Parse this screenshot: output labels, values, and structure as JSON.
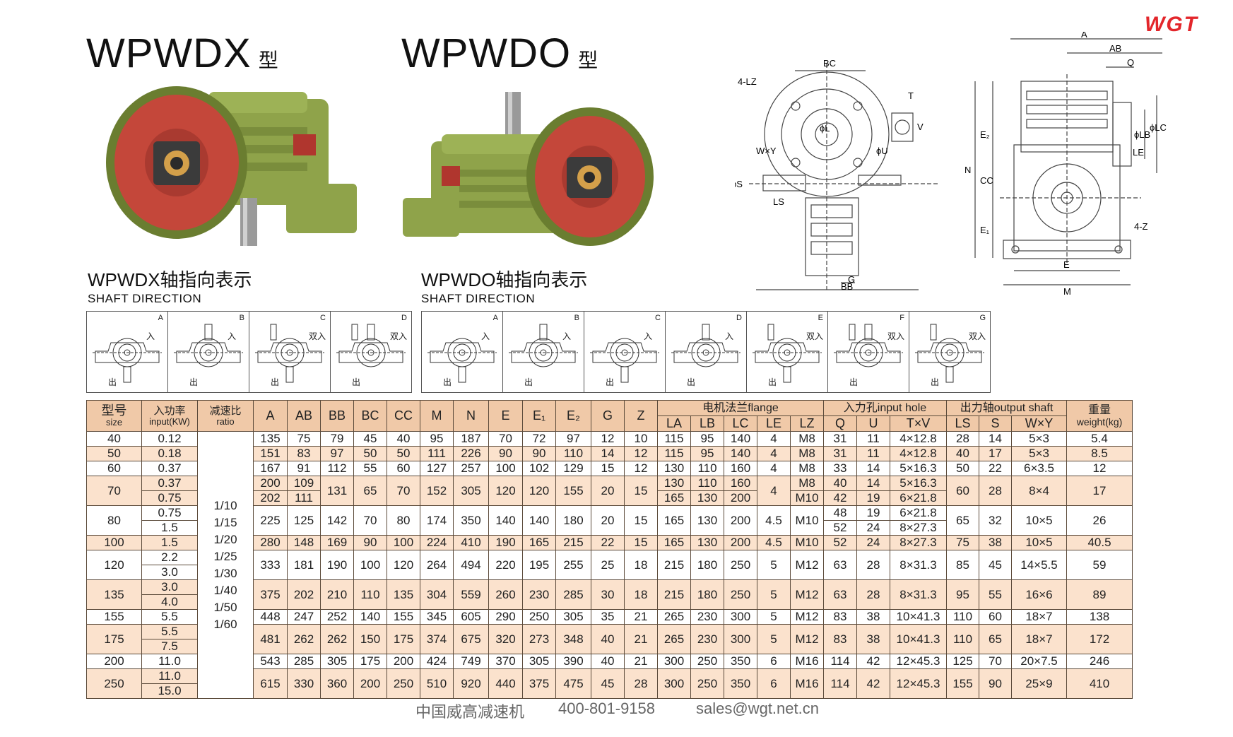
{
  "brand": "WGT",
  "titles": {
    "left": {
      "model": "WPWDX",
      "suffix": "型"
    },
    "right": {
      "model": "WPWDO",
      "suffix": "型"
    }
  },
  "shaft_direction": {
    "left": {
      "title": "WPWDX轴指向表示",
      "subtitle": "SHAFT DIRECTION"
    },
    "right": {
      "title": "WPWDO轴指向表示",
      "subtitle": "SHAFT DIRECTION"
    }
  },
  "shaft_boxes_left": [
    {
      "letter": "A",
      "in": "入",
      "out": "出"
    },
    {
      "letter": "B",
      "in": "入",
      "out": "出"
    },
    {
      "letter": "C",
      "in": "双入",
      "out": "出"
    },
    {
      "letter": "D",
      "in": "双入",
      "out": "出"
    }
  ],
  "shaft_boxes_right": [
    {
      "letter": "A",
      "in": "入",
      "out": "出"
    },
    {
      "letter": "B",
      "in": "入",
      "out": "出"
    },
    {
      "letter": "C",
      "in": "入",
      "out": "出"
    },
    {
      "letter": "D",
      "in": "入",
      "out": "出"
    },
    {
      "letter": "E",
      "in": "双入",
      "out": "出"
    },
    {
      "letter": "F",
      "in": "双入",
      "out": "出"
    },
    {
      "letter": "G",
      "in": "双入",
      "out": "出"
    }
  ],
  "drawing_labels": {
    "side": [
      "BC",
      "4-LZ",
      "W×Y",
      "ϕL",
      "ϕS",
      "LS",
      "G",
      "BB",
      "BB",
      "T",
      "V",
      "ϕU"
    ],
    "front": [
      "A",
      "AB",
      "Q",
      "ϕLB",
      "ϕLC",
      "LE",
      "E₂",
      "CC",
      "N",
      "E₁",
      "4-Z",
      "E",
      "M"
    ]
  },
  "table": {
    "headers": {
      "size": {
        "main": "型号",
        "sub": "size"
      },
      "input": {
        "main": "入功率",
        "sub": "input(KW)"
      },
      "ratio": {
        "main": "减速比",
        "sub": "ratio"
      },
      "dims": [
        "A",
        "AB",
        "BB",
        "BC",
        "CC",
        "M",
        "N",
        "E",
        "E₁",
        "E₂",
        "G",
        "Z"
      ],
      "flange_group": "电机法兰flange",
      "flange": [
        "LA",
        "LB",
        "LC",
        "LE",
        "LZ"
      ],
      "input_hole_group": "入力孔input hole",
      "input_hole": [
        "Q",
        "U",
        "T×V"
      ],
      "output_group": "出力轴output shaft",
      "output": [
        "LS",
        "S",
        "W×Y"
      ],
      "weight": {
        "main": "重量",
        "sub": "weight(kg)"
      }
    },
    "ratios": [
      "1/10",
      "1/15",
      "1/20",
      "1/25",
      "1/30",
      "1/40",
      "1/50",
      "1/60"
    ],
    "rows": [
      {
        "size": "40",
        "kw": [
          "0.12"
        ],
        "A": "135",
        "AB": "75",
        "BB": "79",
        "BC": "45",
        "CC": "40",
        "M": "95",
        "N": "187",
        "E": "70",
        "E1": "72",
        "E2": "97",
        "G": "12",
        "Z": "10",
        "LA": [
          "115"
        ],
        "LB": [
          "95"
        ],
        "LC": [
          "140"
        ],
        "LE": "4",
        "LZ": [
          "M8"
        ],
        "Q": [
          "31"
        ],
        "U": [
          "11"
        ],
        "TV": [
          "4×12.8"
        ],
        "LS": "28",
        "S": "14",
        "WY": "5×3",
        "wt": "5.4"
      },
      {
        "size": "50",
        "kw": [
          "0.18"
        ],
        "A": "151",
        "AB": "83",
        "BB": "97",
        "BC": "50",
        "CC": "50",
        "M": "111",
        "N": "226",
        "E": "90",
        "E1": "90",
        "E2": "110",
        "G": "14",
        "Z": "12",
        "LA": [
          "115"
        ],
        "LB": [
          "95"
        ],
        "LC": [
          "140"
        ],
        "LE": "4",
        "LZ": [
          "M8"
        ],
        "Q": [
          "31"
        ],
        "U": [
          "11"
        ],
        "TV": [
          "4×12.8"
        ],
        "LS": "40",
        "S": "17",
        "WY": "5×3",
        "wt": "8.5"
      },
      {
        "size": "60",
        "kw": [
          "0.37"
        ],
        "A": "167",
        "AB": "91",
        "BB": "112",
        "BC": "55",
        "CC": "60",
        "M": "127",
        "N": "257",
        "E": "100",
        "E1": "102",
        "E2": "129",
        "G": "15",
        "Z": "12",
        "LA": [
          "130"
        ],
        "LB": [
          "110"
        ],
        "LC": [
          "160"
        ],
        "LE": "4",
        "LZ": [
          "M8"
        ],
        "Q": [
          "33"
        ],
        "U": [
          "14"
        ],
        "TV": [
          "5×16.3"
        ],
        "LS": "50",
        "S": "22",
        "WY": "6×3.5",
        "wt": "12"
      },
      {
        "size": "70",
        "kw": [
          "0.37",
          "0.75"
        ],
        "A": [
          "200",
          "202"
        ],
        "AB": [
          "109",
          "111"
        ],
        "BB": "131",
        "BC": "65",
        "CC": "70",
        "M": "152",
        "N": "305",
        "E": "120",
        "E1": "120",
        "E2": "155",
        "G": "20",
        "Z": "15",
        "LA": [
          "130",
          "165"
        ],
        "LB": [
          "110",
          "130"
        ],
        "LC": [
          "160",
          "200"
        ],
        "LE": "4",
        "LZ": [
          "M8",
          "M10"
        ],
        "Q": [
          "40",
          "42"
        ],
        "U": [
          "14",
          "19"
        ],
        "TV": [
          "5×16.3",
          "6×21.8"
        ],
        "LS": "60",
        "S": "28",
        "WY": "8×4",
        "wt": "17"
      },
      {
        "size": "80",
        "kw": [
          "0.75",
          "1.5"
        ],
        "A": "225",
        "AB": "125",
        "BB": "142",
        "BC": "70",
        "CC": "80",
        "M": "174",
        "N": "350",
        "E": "140",
        "E1": "140",
        "E2": "180",
        "G": "20",
        "Z": "15",
        "LA": [
          "165"
        ],
        "LB": [
          "130"
        ],
        "LC": [
          "200"
        ],
        "LE": "4.5",
        "LZ": [
          "M10"
        ],
        "Q": [
          "48",
          "52"
        ],
        "U": [
          "19",
          "24"
        ],
        "TV": [
          "6×21.8",
          "8×27.3"
        ],
        "LS": "65",
        "S": "32",
        "WY": "10×5",
        "wt": "26"
      },
      {
        "size": "100",
        "kw": [
          "1.5"
        ],
        "A": "280",
        "AB": "148",
        "BB": "169",
        "BC": "90",
        "CC": "100",
        "M": "224",
        "N": "410",
        "E": "190",
        "E1": "165",
        "E2": "215",
        "G": "22",
        "Z": "15",
        "LA": [
          "165"
        ],
        "LB": [
          "130"
        ],
        "LC": [
          "200"
        ],
        "LE": "4.5",
        "LZ": [
          "M10"
        ],
        "Q": [
          "52"
        ],
        "U": [
          "24"
        ],
        "TV": [
          "8×27.3"
        ],
        "LS": "75",
        "S": "38",
        "WY": "10×5",
        "wt": "40.5"
      },
      {
        "size": "120",
        "kw": [
          "2.2",
          "3.0"
        ],
        "A": "333",
        "AB": "181",
        "BB": "190",
        "BC": "100",
        "CC": "120",
        "M": "264",
        "N": "494",
        "E": "220",
        "E1": "195",
        "E2": "255",
        "G": "25",
        "Z": "18",
        "LA": [
          "215"
        ],
        "LB": [
          "180"
        ],
        "LC": [
          "250"
        ],
        "LE": "5",
        "LZ": [
          "M12"
        ],
        "Q": [
          "63"
        ],
        "U": [
          "28"
        ],
        "TV": [
          "8×31.3"
        ],
        "LS": "85",
        "S": "45",
        "WY": "14×5.5",
        "wt": "59"
      },
      {
        "size": "135",
        "kw": [
          "3.0",
          "4.0"
        ],
        "A": "375",
        "AB": "202",
        "BB": "210",
        "BC": "110",
        "CC": "135",
        "M": "304",
        "N": "559",
        "E": "260",
        "E1": "230",
        "E2": "285",
        "G": "30",
        "Z": "18",
        "LA": [
          "215"
        ],
        "LB": [
          "180"
        ],
        "LC": [
          "250"
        ],
        "LE": "5",
        "LZ": [
          "M12"
        ],
        "Q": [
          "63"
        ],
        "U": [
          "28"
        ],
        "TV": [
          "8×31.3"
        ],
        "LS": "95",
        "S": "55",
        "WY": "16×6",
        "wt": "89"
      },
      {
        "size": "155",
        "kw": [
          "5.5"
        ],
        "A": "448",
        "AB": "247",
        "BB": "252",
        "BC": "140",
        "CC": "155",
        "M": "345",
        "N": "605",
        "E": "290",
        "E1": "250",
        "E2": "305",
        "G": "35",
        "Z": "21",
        "LA": [
          "265"
        ],
        "LB": [
          "230"
        ],
        "LC": [
          "300"
        ],
        "LE": "5",
        "LZ": [
          "M12"
        ],
        "Q": [
          "83"
        ],
        "U": [
          "38"
        ],
        "TV": [
          "10×41.3"
        ],
        "LS": "110",
        "S": "60",
        "WY": "18×7",
        "wt": "138"
      },
      {
        "size": "175",
        "kw": [
          "5.5",
          "7.5"
        ],
        "A": "481",
        "AB": "262",
        "BB": "262",
        "BC": "150",
        "CC": "175",
        "M": "374",
        "N": "675",
        "E": "320",
        "E1": "273",
        "E2": "348",
        "G": "40",
        "Z": "21",
        "LA": [
          "265"
        ],
        "LB": [
          "230"
        ],
        "LC": [
          "300"
        ],
        "LE": "5",
        "LZ": [
          "M12"
        ],
        "Q": [
          "83"
        ],
        "U": [
          "38"
        ],
        "TV": [
          "10×41.3"
        ],
        "LS": "110",
        "S": "65",
        "WY": "18×7",
        "wt": "172"
      },
      {
        "size": "200",
        "kw": [
          "11.0"
        ],
        "A": "543",
        "AB": "285",
        "BB": "305",
        "BC": "175",
        "CC": "200",
        "M": "424",
        "N": "749",
        "E": "370",
        "E1": "305",
        "E2": "390",
        "G": "40",
        "Z": "21",
        "LA": [
          "300"
        ],
        "LB": [
          "250"
        ],
        "LC": [
          "350"
        ],
        "LE": "6",
        "LZ": [
          "M16"
        ],
        "Q": [
          "114"
        ],
        "U": [
          "42"
        ],
        "TV": [
          "12×45.3"
        ],
        "LS": "125",
        "S": "70",
        "WY": "20×7.5",
        "wt": "246"
      },
      {
        "size": "250",
        "kw": [
          "11.0",
          "15.0"
        ],
        "A": "615",
        "AB": "330",
        "BB": "360",
        "BC": "200",
        "CC": "250",
        "M": "510",
        "N": "920",
        "E": "440",
        "E1": "375",
        "E2": "475",
        "G": "45",
        "Z": "28",
        "LA": [
          "300"
        ],
        "LB": [
          "250"
        ],
        "LC": [
          "350"
        ],
        "LE": "6",
        "LZ": [
          "M16"
        ],
        "Q": [
          "114"
        ],
        "U": [
          "42"
        ],
        "TV": [
          "12×45.3"
        ],
        "LS": "155",
        "S": "90",
        "WY": "25×9",
        "wt": "410"
      }
    ]
  },
  "footer": {
    "company": "中国威高减速机",
    "phone": "400-801-9158",
    "email": "sales@wgt.net.cn"
  },
  "colors": {
    "header_fill": "#f0c9a8",
    "row_shade": "#fbe2cd",
    "logo_red": "#e3262b",
    "housing_green": "#8fa34a",
    "flange_red": "#c4473a"
  }
}
